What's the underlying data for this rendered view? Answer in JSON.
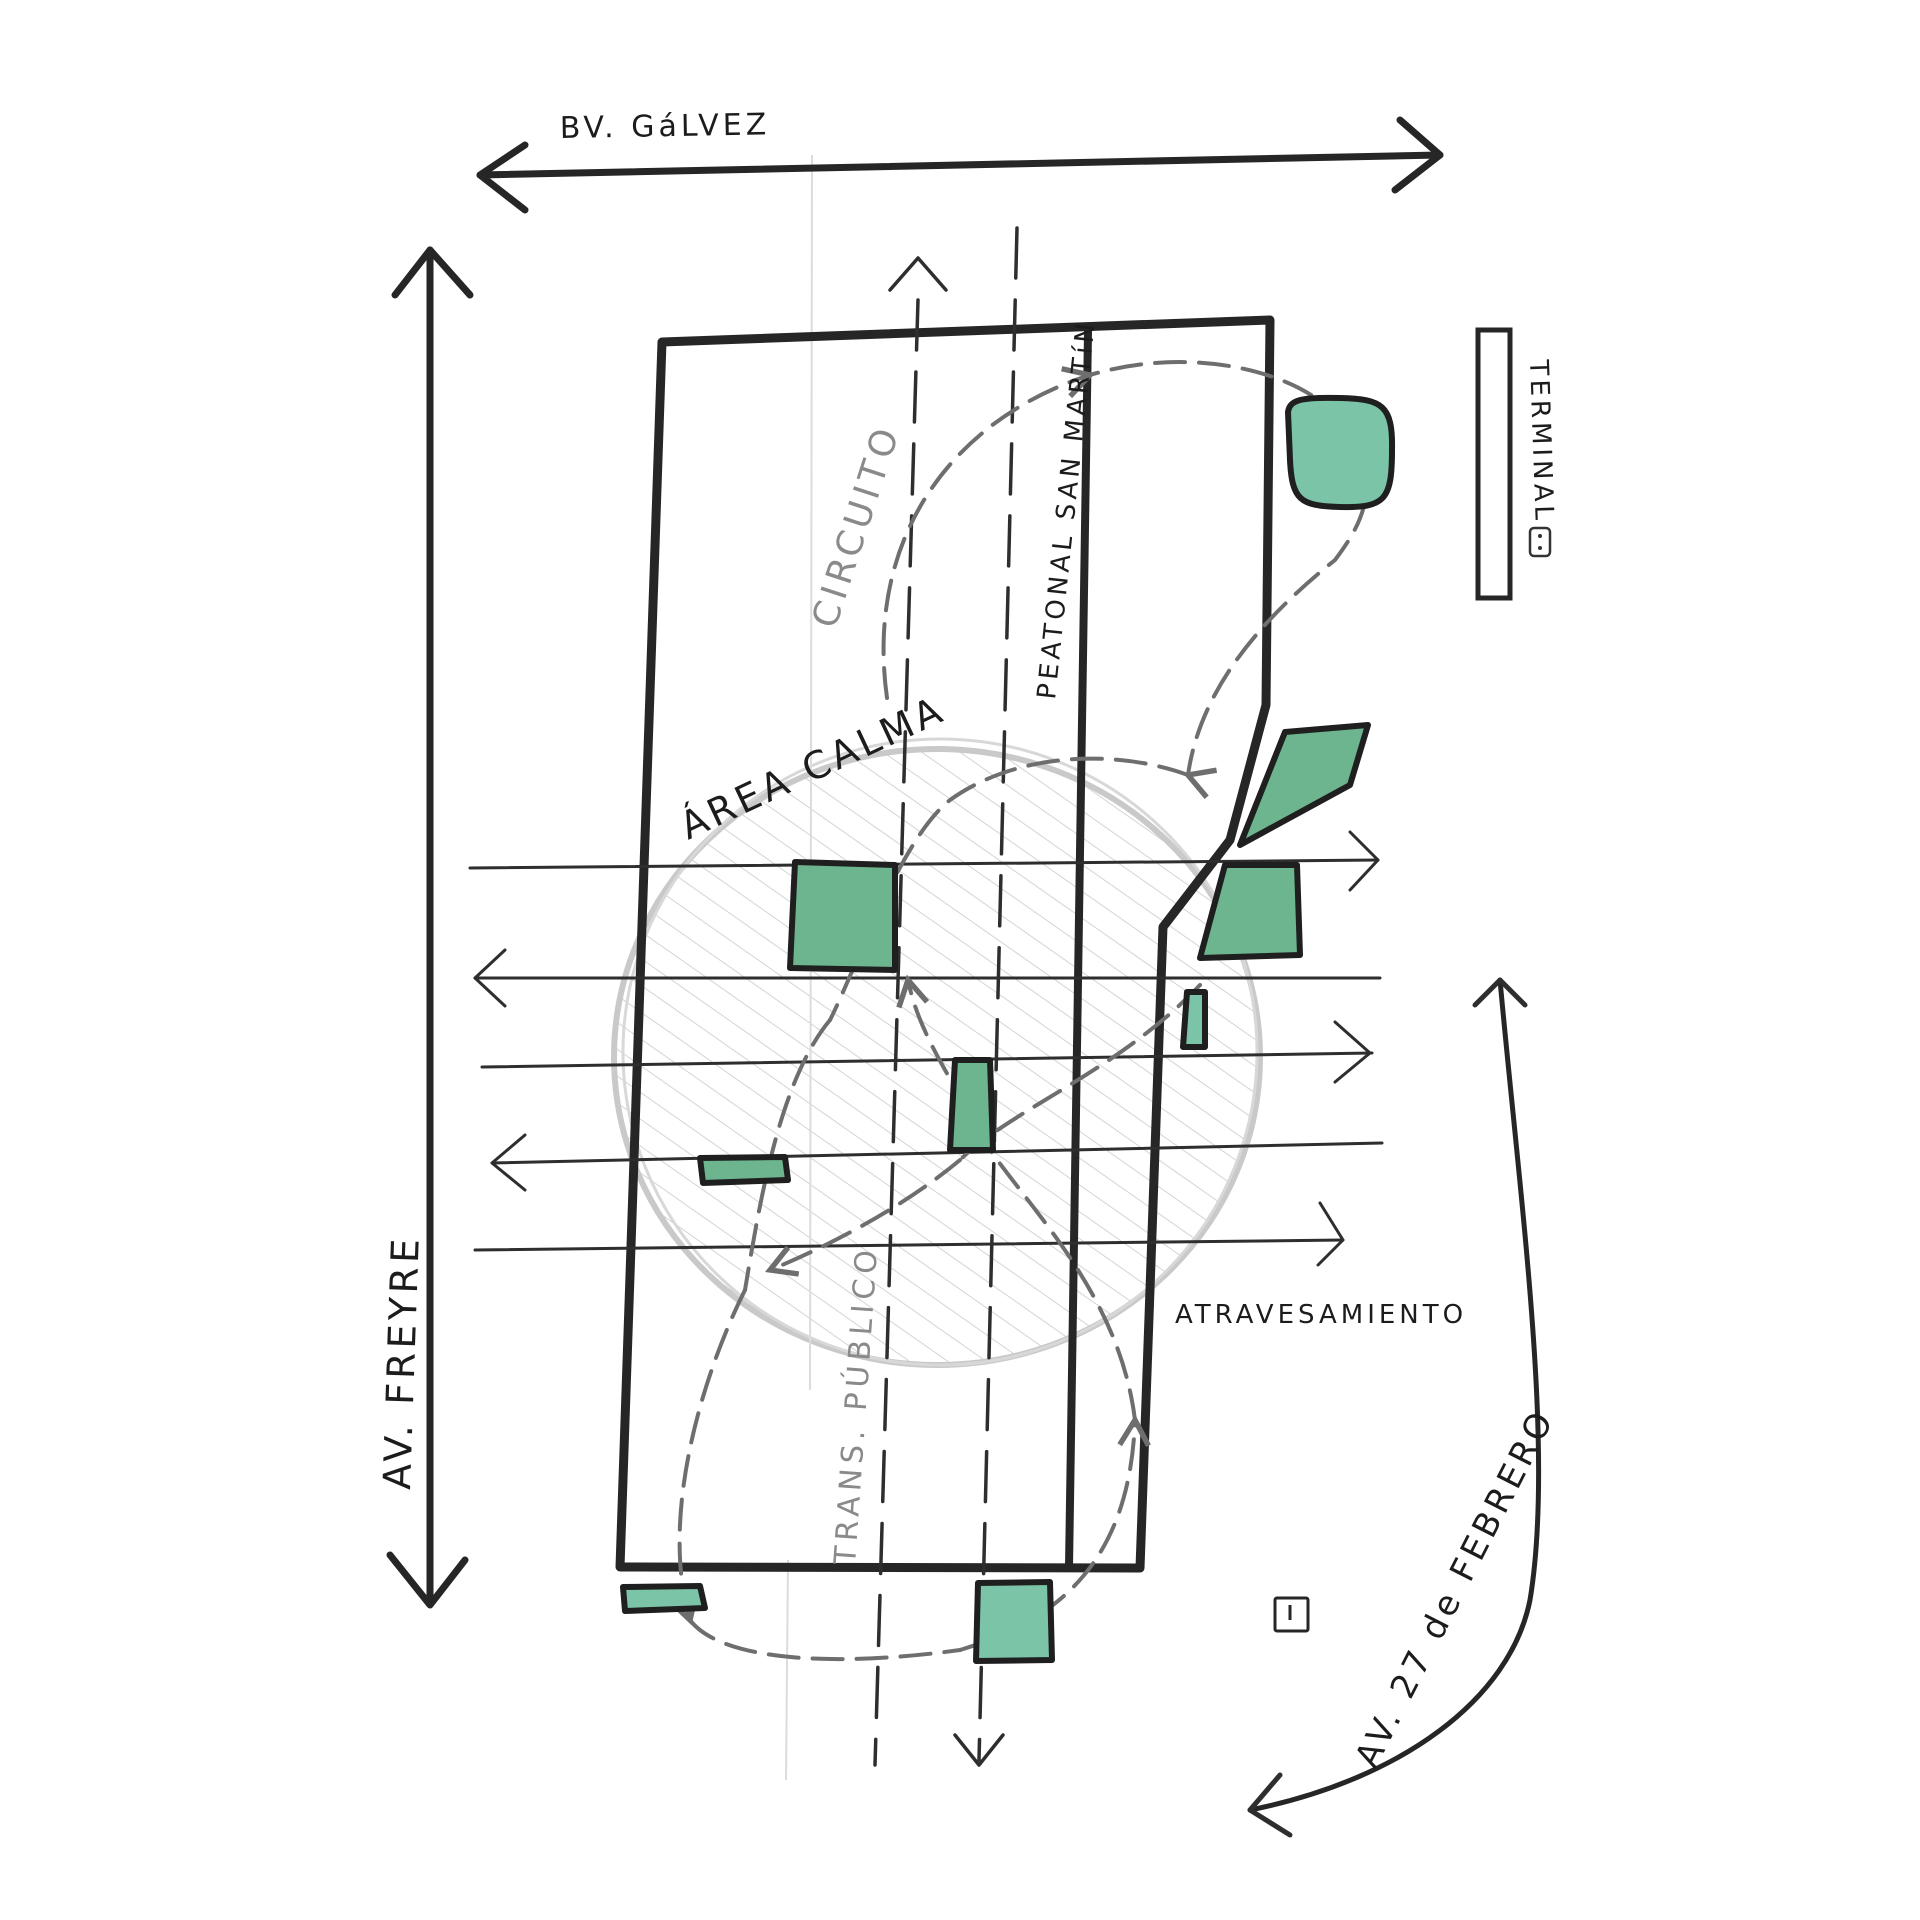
{
  "labels": {
    "bv_galvez": "BV. GáLVEZ",
    "av_freyre": "AV. FREYRE",
    "av_27_febrero": "AV. 27 de FEBRERO",
    "terminal": "TERMINAL",
    "circuito": "CIRCUITO",
    "peatonal": "PEATONAL SAN MARTíN",
    "area_calma": "ÁREA CALMA",
    "atravesamiento": "ATRAVESAMIENTO",
    "trans_publico": "TRANS. PÚBLICO"
  },
  "colors": {
    "ink": "#262626",
    "green_light": "#7cc4a7",
    "green_mid": "#6db58f",
    "calm_area_stroke": "#c9c9c9",
    "circuit_dash": "#6e6e6e"
  },
  "icons": {
    "bus": "bus-icon",
    "marker": "square-marker-icon"
  }
}
